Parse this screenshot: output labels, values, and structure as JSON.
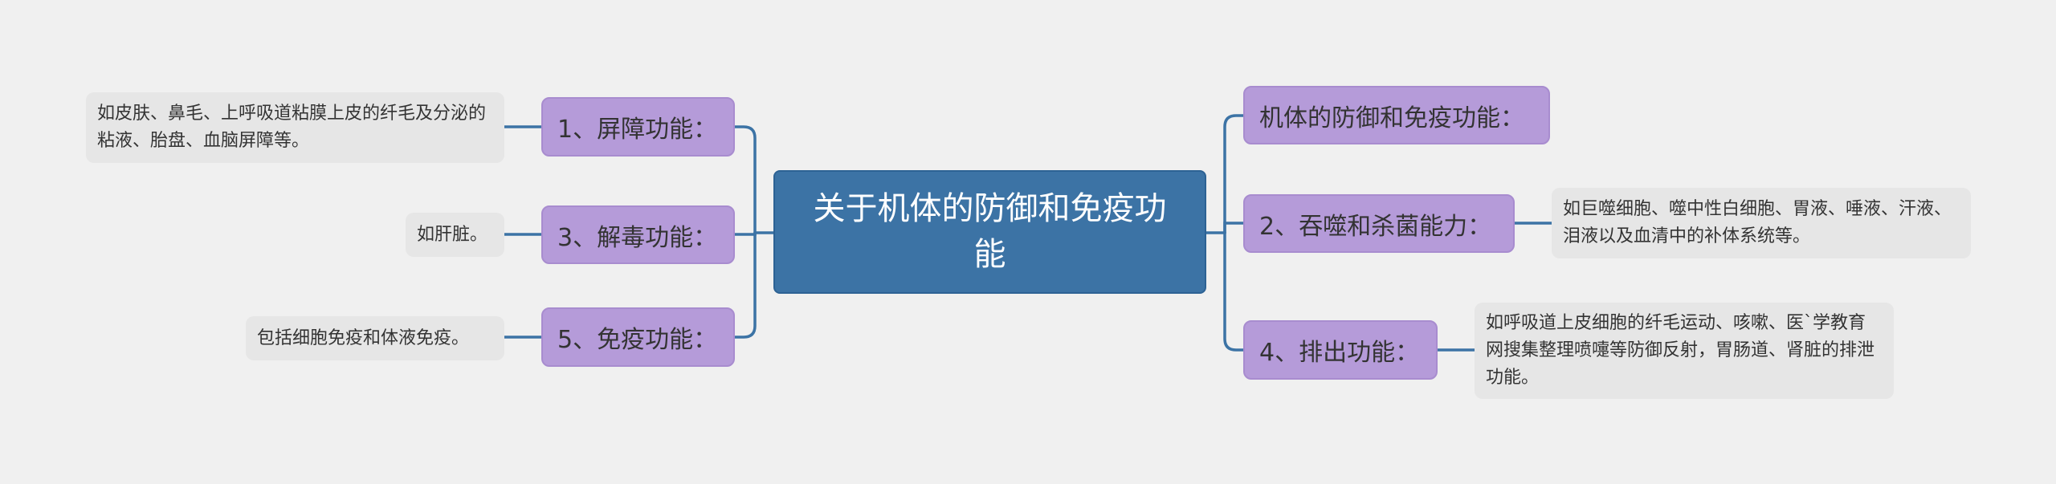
{
  "root": {
    "label": "关于机体的防御和免疫功能"
  },
  "left": [
    {
      "label": "1、屏障功能：",
      "detail": "如皮肤、鼻毛、上呼吸道粘膜上皮的纤毛及分泌的粘液、胎盘、血脑屏障等。"
    },
    {
      "label": "3、解毒功能：",
      "detail": "如肝脏。"
    },
    {
      "label": "5、免疫功能：",
      "detail": "包括细胞免疫和体液免疫。"
    }
  ],
  "right": [
    {
      "label": "机体的防御和免疫功能："
    },
    {
      "label": "2、吞噬和杀菌能力：",
      "detail": "如巨噬细胞、噬中性白细胞、胃液、唾液、汗液、泪液以及血清中的补体系统等。"
    },
    {
      "label": "4、排出功能：",
      "detail": "如呼吸道上皮细胞的纤毛运动、咳嗽、医`学教育网搜集整理喷嚏等防御反射，胃肠道、肾脏的排泄功能。"
    }
  ],
  "colors": {
    "root": "#3c73a5",
    "branch": "#b59bd9",
    "leaf": "#e6e6e6",
    "connector": "#3c73a5"
  }
}
